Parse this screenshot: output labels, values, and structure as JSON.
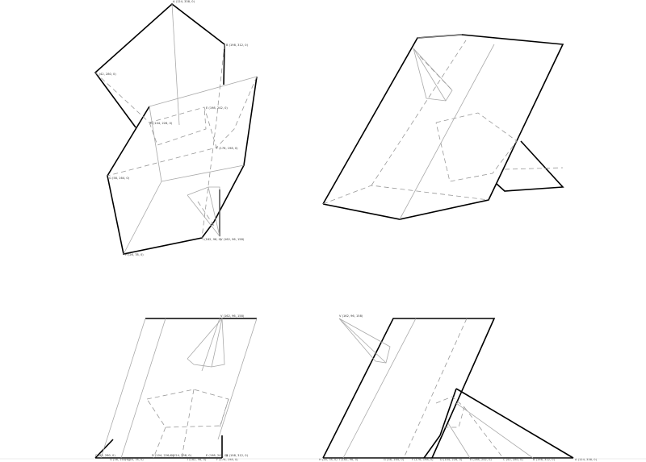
{
  "views": {
    "perspective": {
      "labels": [
        "A (124, 338, 0)",
        "B (198, 312, 0)",
        "C (42, 280, 0)",
        "E (198, 242, 0)",
        "D (104, 226, 0)",
        "F (176, 198, 0)",
        "G (58, 164, 0)",
        "H (26, 78, 0)",
        "I (162, 96, 0)",
        "V (162, 96, 158)"
      ]
    },
    "front": {
      "labels": [
        "V (162, 96, 158)",
        "C (42, 280, 0)",
        "G (58, 164, 0)",
        "H (26, 78, 0)",
        "D (104, 226, 0)",
        "A (124, 338, 0)",
        "I (162, 96, 0)",
        "E (198, 242, 0)",
        "F (176, 198, 0)",
        "B (198, 312, 0)"
      ]
    },
    "side": {
      "labels": [
        "V (162, 96, 158)",
        "H (26, 78, 0)",
        "I (162, 96, 0)",
        "G (58, 164, 0)",
        "F (176, 198, 0)",
        "D (104, 226, 0)",
        "E (198, 242, 0)",
        "C (42, 280, 0)",
        "B (198, 312, 0)",
        "A (124, 338, 0)"
      ]
    }
  }
}
